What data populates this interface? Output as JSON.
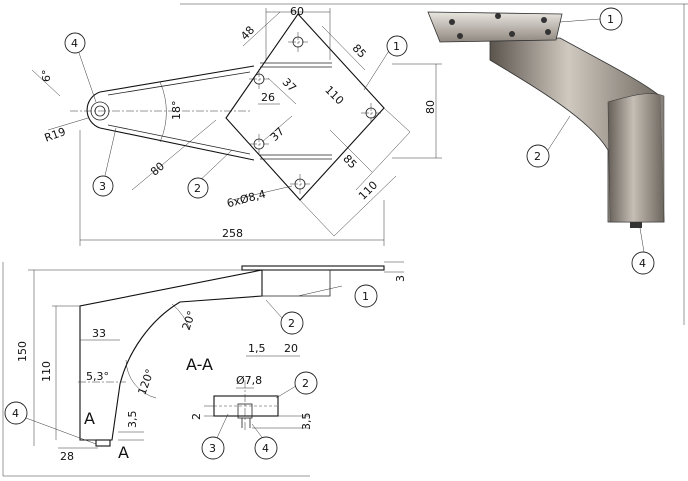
{
  "dims": {
    "d60": "60",
    "d48": "48",
    "d85a": "85",
    "d37a": "37",
    "d26": "26",
    "d110a": "110",
    "d37b": "37",
    "d85b": "85",
    "d110b": "110",
    "d80v": "80",
    "d258": "258",
    "d18": "18°",
    "d80": "80",
    "d6": "6°",
    "r19": "R19",
    "holes": "6xØ8,4",
    "d150": "150",
    "d110s": "110",
    "d33": "33",
    "d53": "5,3°",
    "d120": "120°",
    "d20": "20°",
    "d3": "3",
    "d35": "3,5",
    "d28": "28",
    "ltrA1": "A",
    "ltrA2": "A",
    "secTitle": "A-A",
    "d15": "1,5",
    "d20b": "20",
    "d78": "Ø7,8",
    "d2": "2",
    "d35b": "3,5"
  },
  "callouts": {
    "topview": [
      "1",
      "2",
      "3",
      "4"
    ],
    "iso": [
      "1",
      "2",
      "4"
    ],
    "side": [
      "1",
      "2",
      "4"
    ],
    "section": [
      "2",
      "3",
      "4"
    ]
  }
}
